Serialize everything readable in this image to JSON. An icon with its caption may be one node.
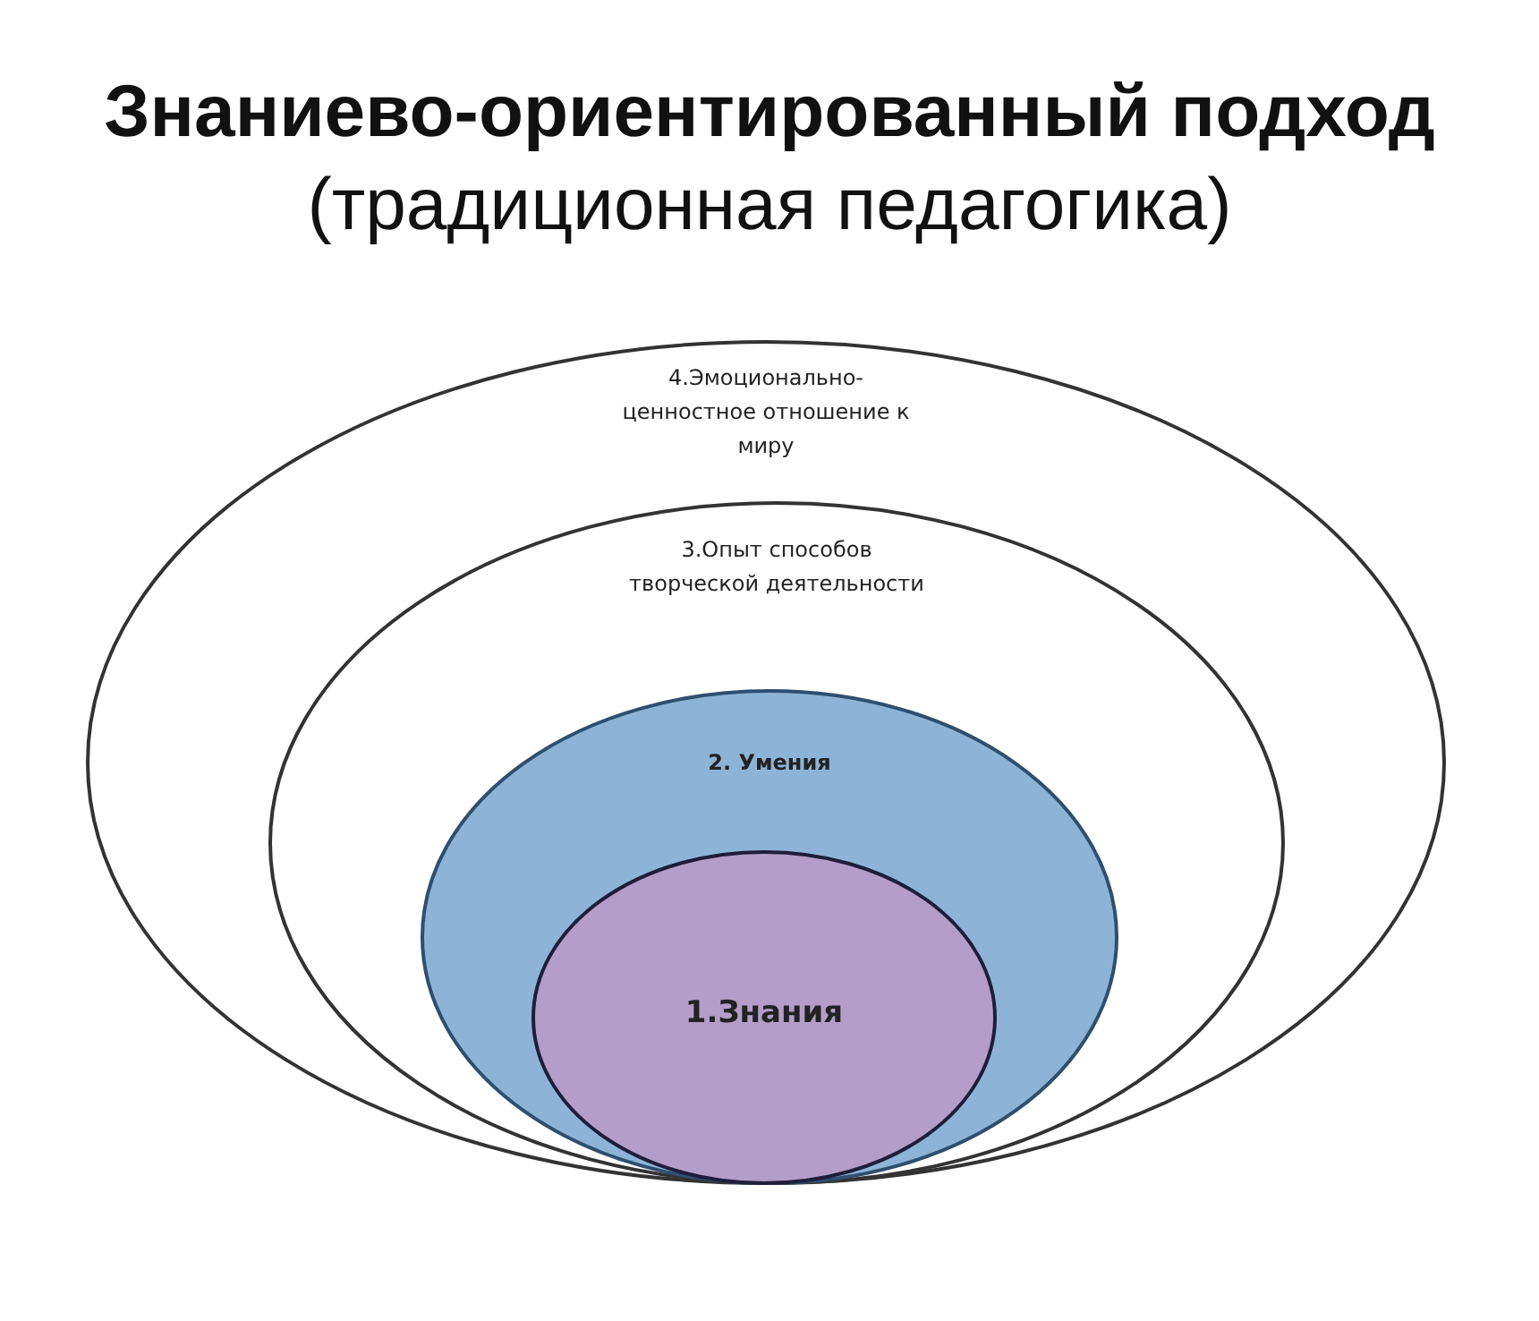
{
  "diagram": {
    "title": "**Знаниево-ориентированный подход** (традиционная педагогика)",
    "nodes": [
      {
        "text": [
          "4.Эмоционально-ценностное отношение к миру"
        ]
      },
      {
        "text": [
          "3.Опыт способов творческой деятельности"
        ],
        "in": 0
      },
      {
        "text": [
          "2. Умения"
        ],
        "in": 1
      },
      {
        "text": [
          "1.Знания"
        ],
        "in": 2
      }
    ]
  }
}
